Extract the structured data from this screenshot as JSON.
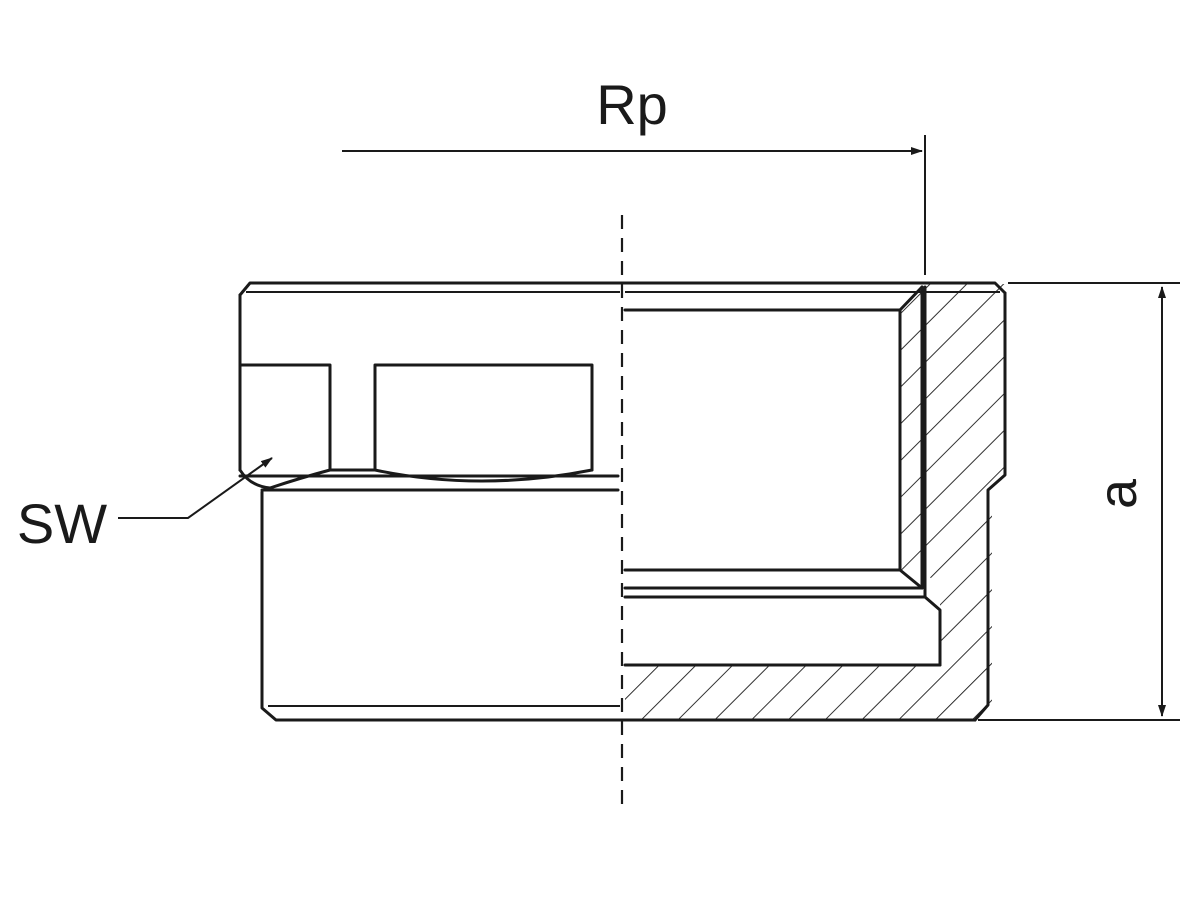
{
  "labels": {
    "rp": "Rp",
    "sw": "SW",
    "a": "a"
  },
  "colors": {
    "line": "#1a1a1a",
    "background": "#ffffff"
  }
}
